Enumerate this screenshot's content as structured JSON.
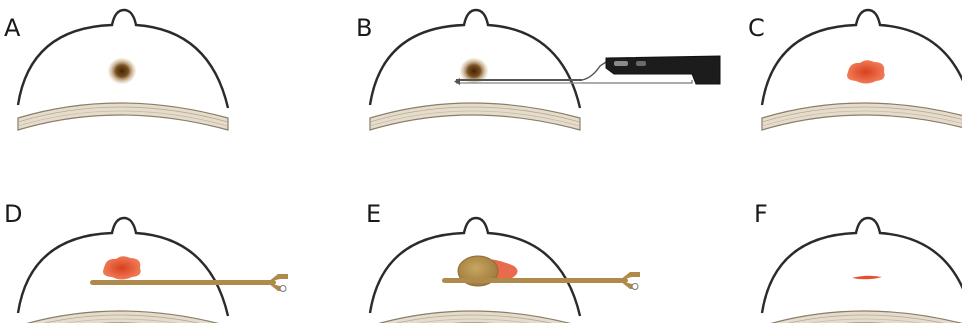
{
  "panels": [
    {
      "label": "A",
      "shows": [
        "breast-outline",
        "chest-wall",
        "dark-lesion"
      ]
    },
    {
      "label": "B",
      "shows": [
        "breast-outline",
        "chest-wall",
        "dark-lesion",
        "biopsy-probe"
      ]
    },
    {
      "label": "C",
      "shows": [
        "breast-outline",
        "chest-wall",
        "red-cavity"
      ]
    },
    {
      "label": "D",
      "shows": [
        "breast-outline",
        "chest-wall",
        "red-cavity",
        "deflated-catheter"
      ]
    },
    {
      "label": "E",
      "shows": [
        "breast-outline",
        "chest-wall",
        "inflated-balloon-catheter"
      ]
    },
    {
      "label": "F",
      "shows": [
        "breast-outline",
        "chest-wall",
        "small-scar"
      ]
    }
  ],
  "colors": {
    "outline": "#2b2b2b",
    "chest_wall_fill": "#e6dccb",
    "chest_wall_stroke": "#8a7d6a",
    "lesion_core": "#5a3a14",
    "lesion_edge": "#c8a578",
    "cavity": "#e5512e",
    "catheter": "#b08a4a",
    "probe_body": "#1c1c1c"
  }
}
